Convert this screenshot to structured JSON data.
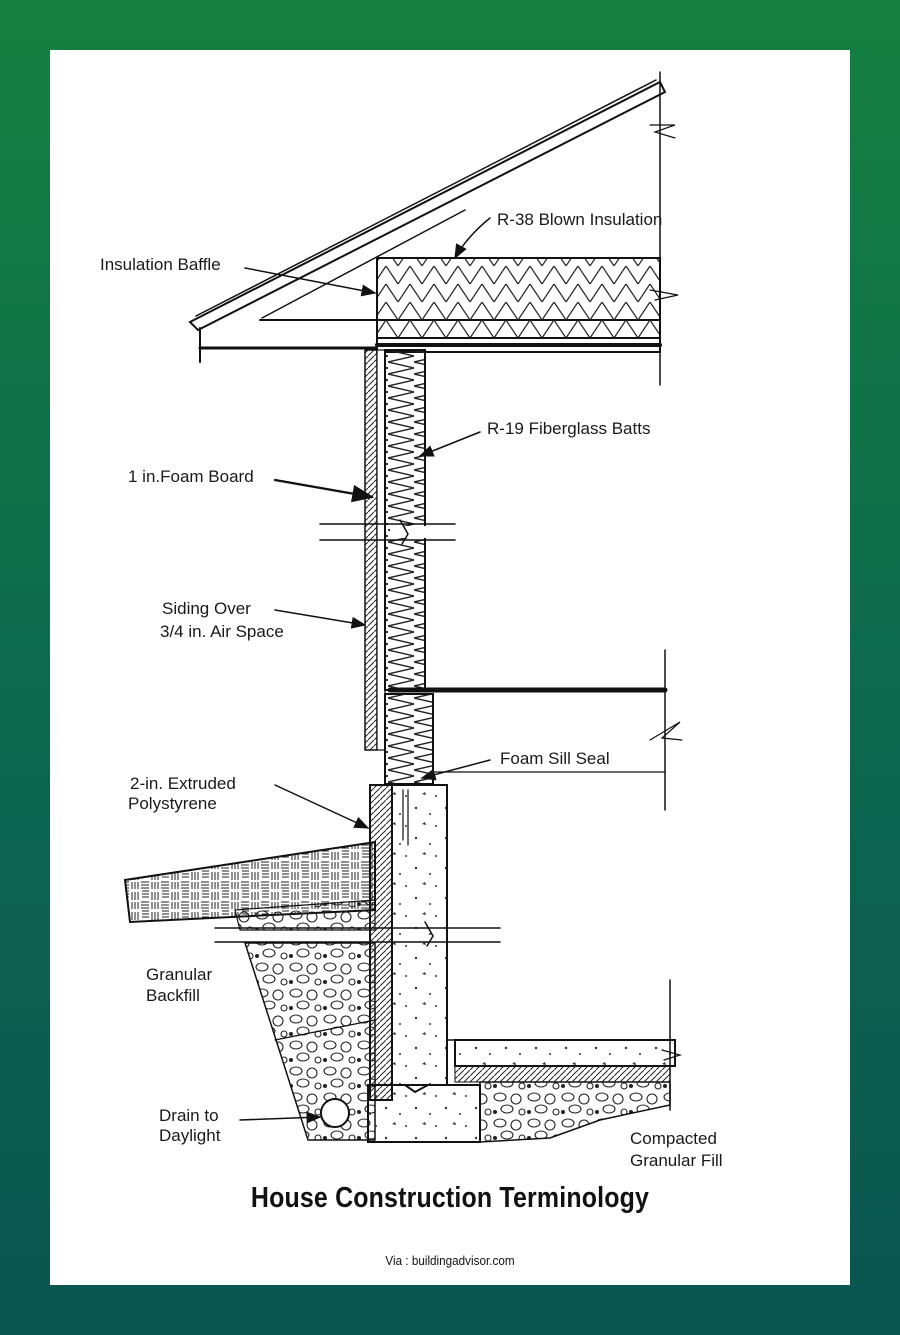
{
  "labels": {
    "r38": "R-38 Blown Insulation",
    "baffle": "Insulation Baffle",
    "r19": "R-19 Fiberglass Batts",
    "foam_board": "1 in.Foam Board",
    "siding_1": "Siding Over",
    "siding_2": "3/4 in. Air Space",
    "sill_seal": "Foam Sill Seal",
    "xps_1": "2-in. Extruded",
    "xps_2": "Polystyrene",
    "backfill_1": "Granular",
    "backfill_2": "Backfill",
    "drain_1": "Drain to",
    "drain_2": "Daylight",
    "fill_1": "Compacted",
    "fill_2": "Granular Fill"
  },
  "caption": "House Construction Terminology",
  "source": "Via : buildingadvisor.com"
}
